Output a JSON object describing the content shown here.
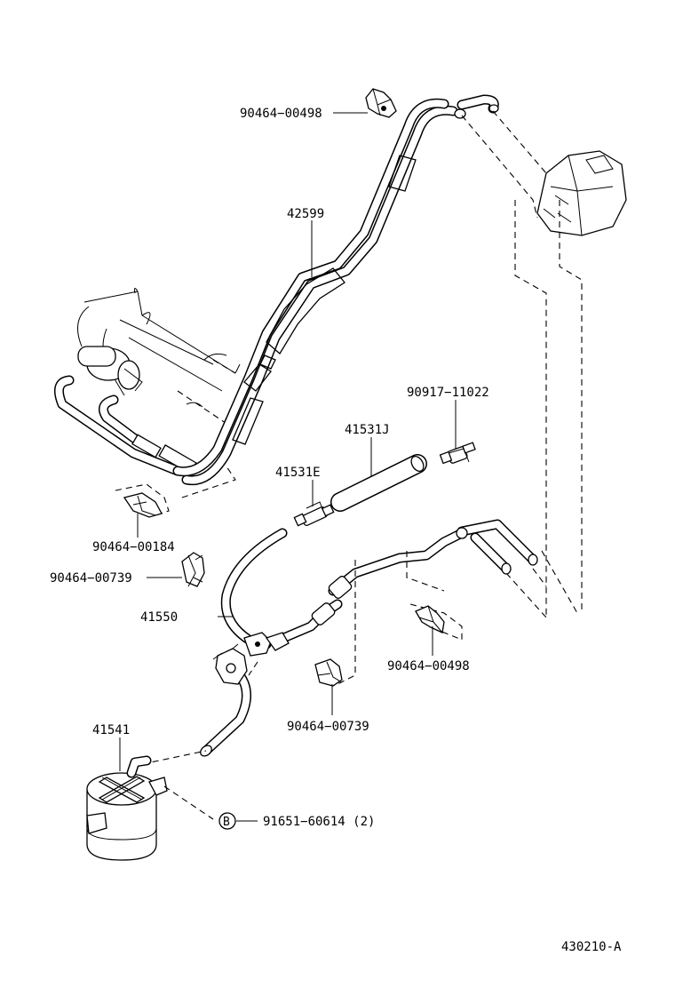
{
  "diagram": {
    "figure_code": "430210-A",
    "labels": {
      "p_42599": "42599",
      "p_90464_00498_top": "90464−00498",
      "p_90917_11022": "90917−11022",
      "p_41531J": "41531J",
      "p_41531E": "41531E",
      "p_90464_00184": "90464−00184",
      "p_90464_00739_left": "90464−00739",
      "p_41550": "41550",
      "p_90464_00498_right": "90464−00498",
      "p_90464_00739_bottom": "90464−00739",
      "p_41541": "41541",
      "p_91651_60614": "91651−60614 (2)",
      "callout_B": "B"
    }
  }
}
